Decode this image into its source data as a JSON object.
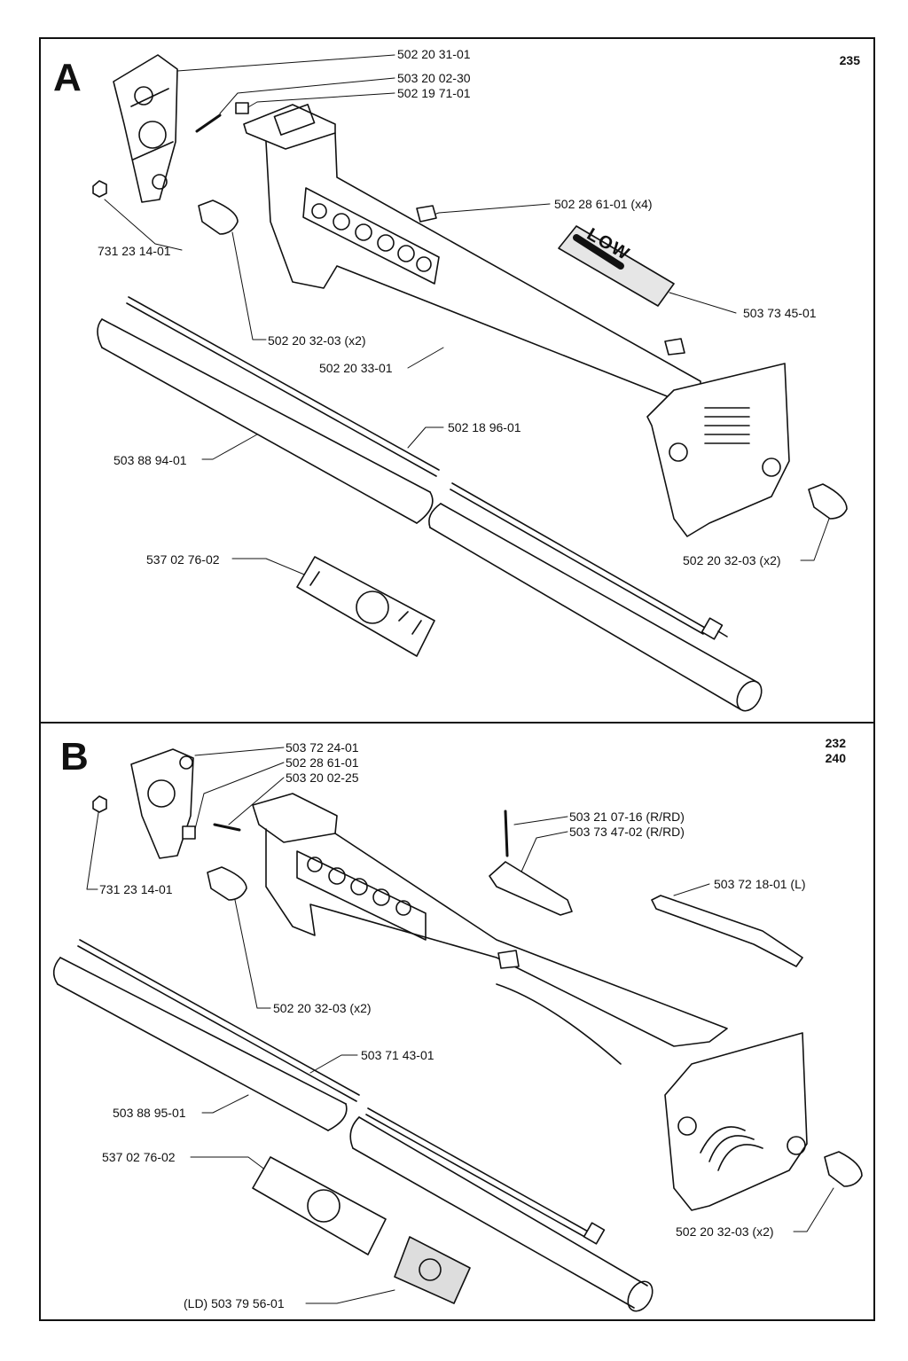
{
  "sections": [
    {
      "id": "A",
      "models": [
        "235"
      ],
      "callouts": [
        "502 20 31-01",
        "503 20 02-30",
        "502 19 71-01",
        "502 28 61-01 (x4)",
        "731 23 14-01",
        "503 73 45-01",
        "502 20 32-03 (x2)",
        "502 20 33-01",
        "502 18 96-01",
        "503 88 94-01",
        "537 02 76-02",
        "502 20 32-03 (x2)"
      ]
    },
    {
      "id": "B",
      "models": [
        "232",
        "240"
      ],
      "callouts": [
        "503 72 24-01",
        "502 28 61-01",
        "503 20 02-25",
        "503 21 07-16 (R/RD)",
        "503 73 47-02 (R/RD)",
        "731 23 14-01",
        "503 72 18-01 (L)",
        "502 20 32-03 (x2)",
        "503 71 43-01",
        "503 88 95-01",
        "537 02 76-02",
        "502 20 32-03 (x2)",
        "(LD) 503 79 56-01"
      ]
    }
  ],
  "decal_text": "LOW"
}
